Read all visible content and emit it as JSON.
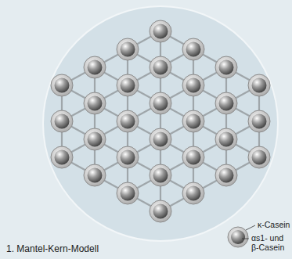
{
  "diagram": {
    "caption": "1. Mantel-Kern-Modell",
    "labels": [
      "κ-Casein",
      "αs1- und β-Casein"
    ]
  }
}
